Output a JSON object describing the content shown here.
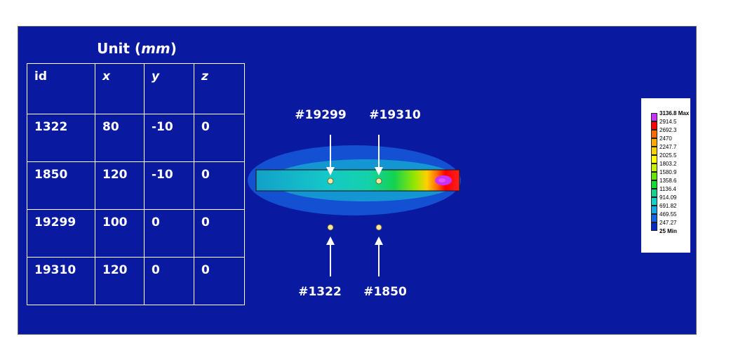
{
  "table": {
    "title_prefix": "Unit (",
    "title_unit": "mm",
    "title_suffix": ")",
    "headers": [
      "id",
      "x",
      "y",
      "z"
    ],
    "rows": [
      [
        "1322",
        "80",
        "-10",
        "0"
      ],
      [
        "1850",
        "120",
        "-10",
        "0"
      ],
      [
        "19299",
        "100",
        "0",
        "0"
      ],
      [
        "19310",
        "120",
        "0",
        "0"
      ]
    ]
  },
  "labels": {
    "top": [
      "#19299",
      "#19310"
    ],
    "bottom": [
      "#1322",
      "#1850"
    ]
  },
  "legend": {
    "values": [
      "3136.8 Max",
      "2914.5",
      "2692.3",
      "2470",
      "2247.7",
      "2025.5",
      "1803.2",
      "1580.9",
      "1358.6",
      "1136.4",
      "914.09",
      "691.82",
      "469.55",
      "247.27",
      "25 Min"
    ],
    "colors": [
      "#c832ff",
      "#ff0000",
      "#ff6a00",
      "#ffaa00",
      "#ffd000",
      "#ffff00",
      "#c8f000",
      "#64e600",
      "#14dc32",
      "#14d28c",
      "#14d2c8",
      "#14aae6",
      "#1464e6",
      "#0a28c8"
    ]
  },
  "colors": {
    "background": "#0a1aa0",
    "text": "#ffffff"
  }
}
